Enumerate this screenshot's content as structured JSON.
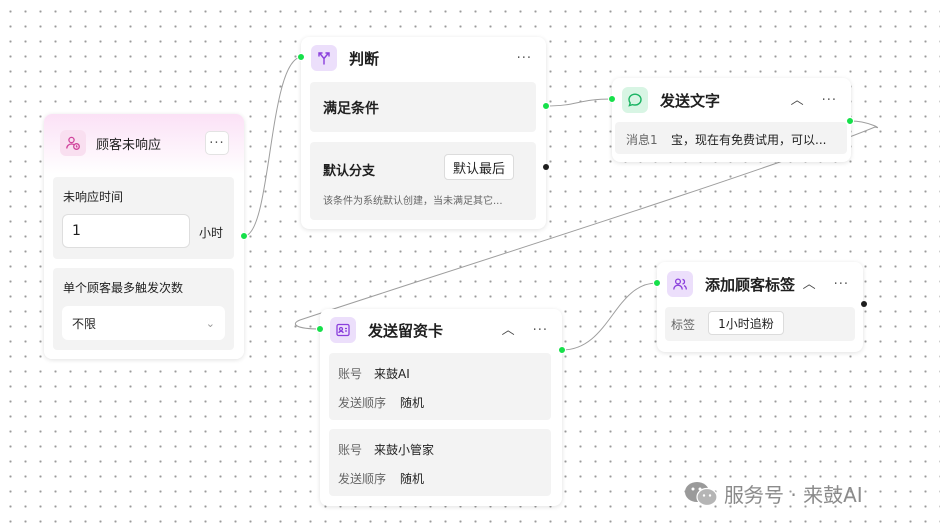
{
  "node_no_reply": {
    "title": "顾客未响应",
    "more": "···",
    "time_label": "未响应时间",
    "time_value": "1",
    "time_unit": "小时",
    "max_label": "单个顾客最多触发次数",
    "max_value": "不限"
  },
  "node_judge": {
    "title": "判断",
    "more": "···",
    "condition": "满足条件",
    "default_label": "默认分支",
    "default_button": "默认最后",
    "default_desc": "该条件为系统默认创建，当未满足其它..."
  },
  "node_send_text": {
    "title": "发送文字",
    "more": "···",
    "msg_label": "消息1",
    "msg_text": "宝，现在有免费试用，可以..."
  },
  "node_send_card": {
    "title": "发送留资卡",
    "more": "···",
    "entries": [
      {
        "account_label": "账号",
        "account_value": "来鼓AI",
        "order_label": "发送顺序",
        "order_value": "随机"
      },
      {
        "account_label": "账号",
        "account_value": "来鼓小管家",
        "order_label": "发送顺序",
        "order_value": "随机"
      }
    ]
  },
  "node_add_tag": {
    "title": "添加顾客标签",
    "more": "···",
    "tag_label": "标签",
    "tag_value": "1小时追粉"
  },
  "watermark": "服务号 · 来鼓AI",
  "colors": {
    "connector_green": "#16e04a",
    "accent_pink": "#f9dff0",
    "accent_purple": "#ecdffb",
    "accent_green": "#d8f5e4"
  }
}
